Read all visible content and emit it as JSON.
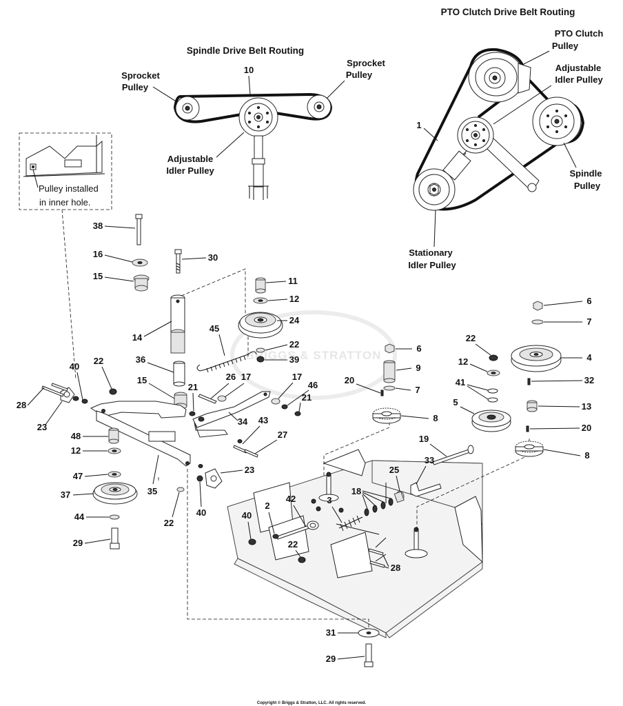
{
  "headings": {
    "pto": "PTO Clutch Drive Belt Routing",
    "spindle": "Spindle Drive Belt Routing"
  },
  "labels": {
    "sprocket_left_1": "Sprocket",
    "sprocket_left_2": "Pulley",
    "sprocket_right_1": "Sprocket",
    "sprocket_right_2": "Pulley",
    "adj_idler_1": "Adjustable",
    "adj_idler_2": "Idler Pulley",
    "pto_clutch_1": "PTO Clutch",
    "pto_clutch_2": "Pulley",
    "pto_adj_idler_1": "Adjustable",
    "pto_adj_idler_2": "Idler Pulley",
    "spindle_pulley_1": "Spindle",
    "spindle_pulley_2": "Pulley",
    "stationary_1": "Stationary",
    "stationary_2": "Idler Pulley"
  },
  "inset": {
    "line1": "Pulley installed",
    "line2": "in inner hole."
  },
  "watermark": "BRIGGS & STRATTON",
  "copyright": "Copyright © Briggs & Stratton, LLC. All rights reserved.",
  "callouts": {
    "c10": "10",
    "c1": "1",
    "c38": "38",
    "c16": "16",
    "c15a": "15",
    "c30": "30",
    "c11": "11",
    "c12a": "12",
    "c24": "24",
    "c14": "14",
    "c45": "45",
    "c22a": "22",
    "c39": "39",
    "c36": "36",
    "c15b": "15",
    "c26": "26",
    "c17a": "17",
    "c21a": "21",
    "c17b": "17",
    "c46": "46",
    "c21b": "21",
    "c40a": "40",
    "c22b": "22",
    "c28a": "28",
    "c23a": "23",
    "c34": "34",
    "c43": "43",
    "c27": "27",
    "c48": "48",
    "c12b": "12",
    "c47": "47",
    "c35": "35",
    "c37": "37",
    "c44": "44",
    "c29a": "29",
    "c23b": "23",
    "c40b": "40",
    "c22c": "22",
    "c6a": "6",
    "c9": "9",
    "c7a": "7",
    "c20a": "20",
    "c8a": "8",
    "c22d": "22",
    "c12c": "12",
    "c41": "41",
    "c5": "5",
    "c6b": "6",
    "c7b": "7",
    "c4": "4",
    "c32": "32",
    "c13": "13",
    "c20b": "20",
    "c8b": "8",
    "c19": "19",
    "c33": "33",
    "c25": "25",
    "c18": "18",
    "c3": "3",
    "c42": "42",
    "c2": "2",
    "c40c": "40",
    "c22e": "22",
    "c28b": "28",
    "c31": "31",
    "c29b": "29"
  }
}
